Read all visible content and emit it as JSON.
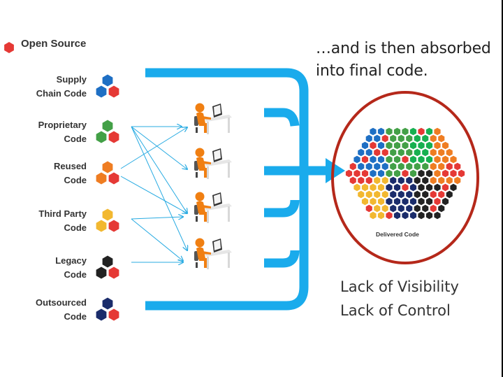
{
  "legend": {
    "label": "Open Source",
    "icon": "hexagon-icon",
    "color": "#e53935"
  },
  "sources": [
    {
      "line1": "Supply",
      "line2": "Chain Code",
      "color": "#1e6fc4",
      "icon": "hex-cluster-icon"
    },
    {
      "line1": "Proprietary",
      "line2": "Code",
      "color": "#43a047",
      "icon": "hex-cluster-icon"
    },
    {
      "line1": "Reused",
      "line2": "Code",
      "color": "#ef7d22",
      "icon": "hex-cluster-icon"
    },
    {
      "line1": "Third Party",
      "line2": "Code",
      "color": "#f2b830",
      "icon": "hex-cluster-icon"
    },
    {
      "line1": "Legacy",
      "line2": "Code",
      "color": "#222222",
      "icon": "hex-cluster-icon"
    },
    {
      "line1": "Outsourced",
      "line2": "Code",
      "color": "#1a2c6b",
      "icon": "hex-cluster-icon"
    }
  ],
  "developers": {
    "count": 4,
    "icon": "developer-at-desk-icon",
    "color": "#f07f12"
  },
  "header": {
    "line1": "…and is then absorbed",
    "line2": "into final code."
  },
  "delivered": {
    "label": "Delivered Code",
    "ring_color": "#b5281a"
  },
  "footer": {
    "line1": "Lack of Visibility",
    "line2": "Lack of Control"
  },
  "colors": {
    "pipe": "#1aabec",
    "open_source": "#e53935"
  }
}
